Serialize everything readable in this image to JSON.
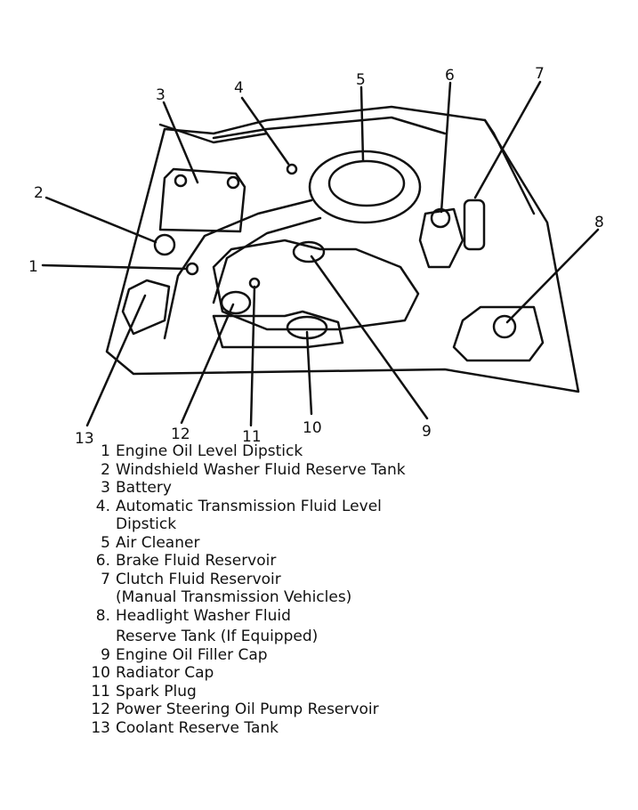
{
  "callouts": [
    "1",
    "2",
    "3",
    "4",
    "5",
    "6",
    "7",
    "8",
    "9",
    "10",
    "11",
    "12",
    "13"
  ],
  "legend": [
    {
      "num": "1",
      "lines": [
        "Engine Oil Level Dipstick"
      ]
    },
    {
      "num": "2",
      "lines": [
        "Windshield Washer Fluid Reserve Tank"
      ]
    },
    {
      "num": "3",
      "lines": [
        "Battery"
      ]
    },
    {
      "num": "4.",
      "lines": [
        "Automatic Transmission Fluid Level",
        "Dipstick"
      ]
    },
    {
      "num": "5",
      "lines": [
        "Air Cleaner"
      ]
    },
    {
      "num": "6.",
      "lines": [
        "Brake Fluid Reservoir"
      ]
    },
    {
      "num": "7",
      "lines": [
        "Clutch Fluid Reservoir",
        "(Manual Transmission Vehicles)"
      ]
    },
    {
      "num": "8.",
      "lines": [
        "Headlight Washer Fluid",
        "Reserve Tank (If Equipped)"
      ]
    },
    {
      "num": "9",
      "lines": [
        "Engine Oil Filler Cap"
      ]
    },
    {
      "num": "10",
      "lines": [
        "Radiator Cap"
      ]
    },
    {
      "num": "11",
      "lines": [
        "Spark Plug"
      ]
    },
    {
      "num": "12",
      "lines": [
        "Power Steering Oil Pump Reservoir"
      ]
    },
    {
      "num": "13",
      "lines": [
        "Coolant Reserve Tank"
      ]
    }
  ]
}
